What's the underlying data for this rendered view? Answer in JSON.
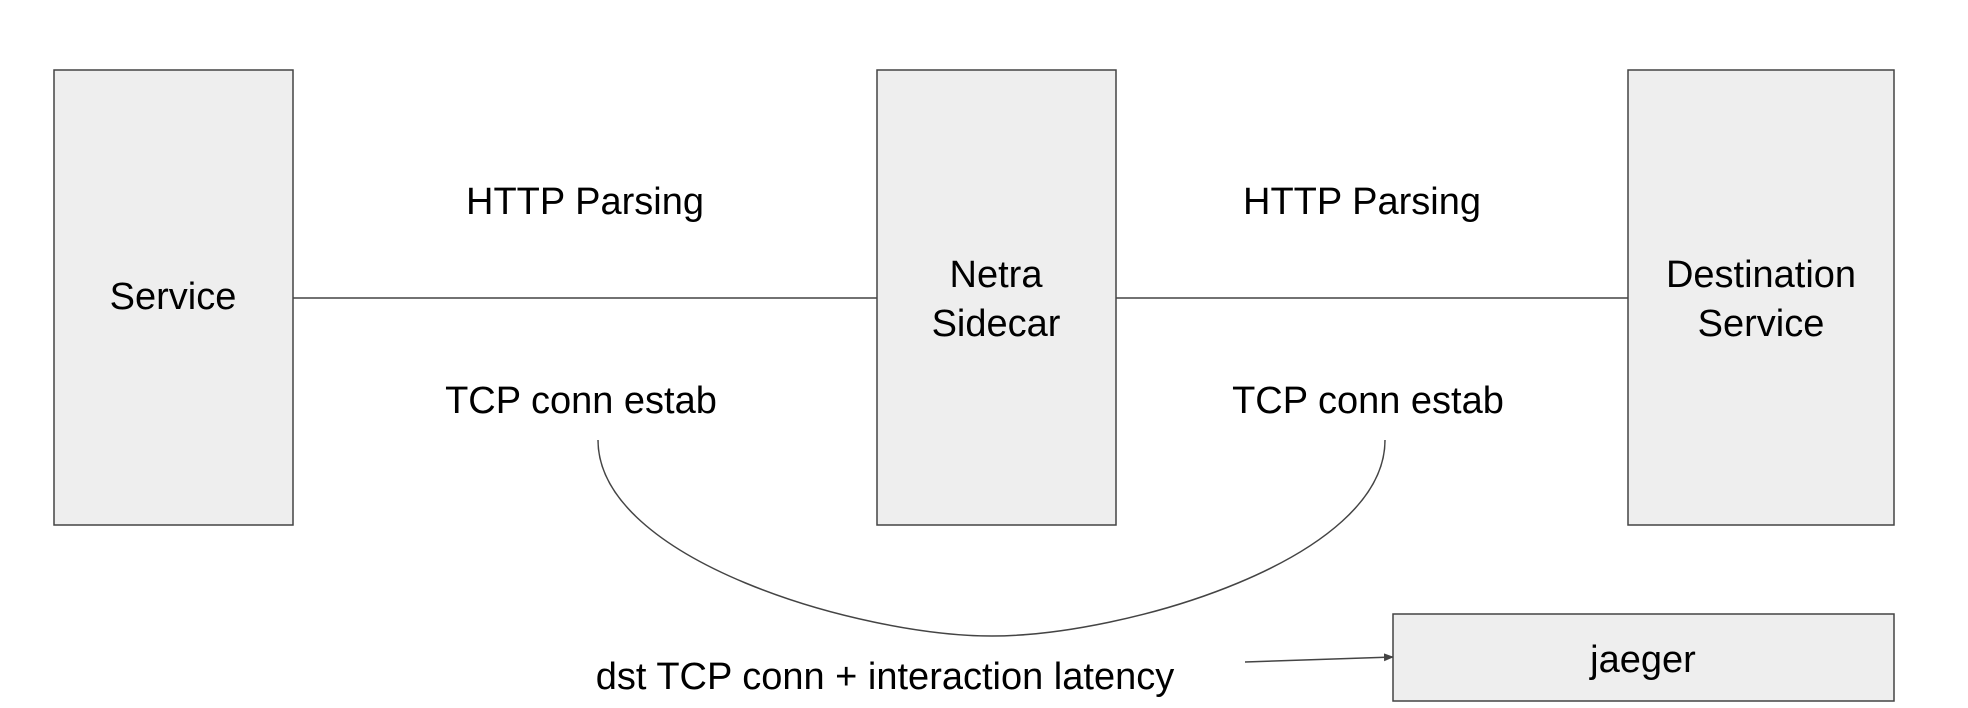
{
  "nodes": {
    "service": {
      "lines": [
        "Service"
      ]
    },
    "netra_sidecar": {
      "lines": [
        "Netra",
        "Sidecar"
      ]
    },
    "destination_service": {
      "lines": [
        "Destination",
        "Service"
      ]
    },
    "jaeger": {
      "lines": [
        "jaeger"
      ]
    }
  },
  "labels": {
    "left_http": "HTTP Parsing",
    "right_http": "HTTP Parsing",
    "left_tcp": "TCP conn estab",
    "right_tcp": "TCP conn estab",
    "latency": "dst TCP conn + interaction latency"
  },
  "colors": {
    "box_fill": "#eeeeee",
    "stroke": "#444444",
    "text": "#000000"
  }
}
